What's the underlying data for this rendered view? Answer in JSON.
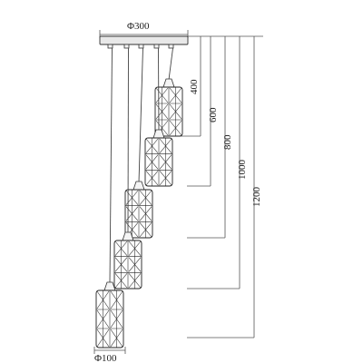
{
  "diagram": {
    "top_width_label": "Φ300",
    "shade_width_label": "Φ100",
    "drop_labels": [
      "400",
      "600",
      "800",
      "1000",
      "1200"
    ]
  },
  "colors": {
    "line": "#555555",
    "ink": "#222222",
    "plate": "#e8e8e8"
  }
}
